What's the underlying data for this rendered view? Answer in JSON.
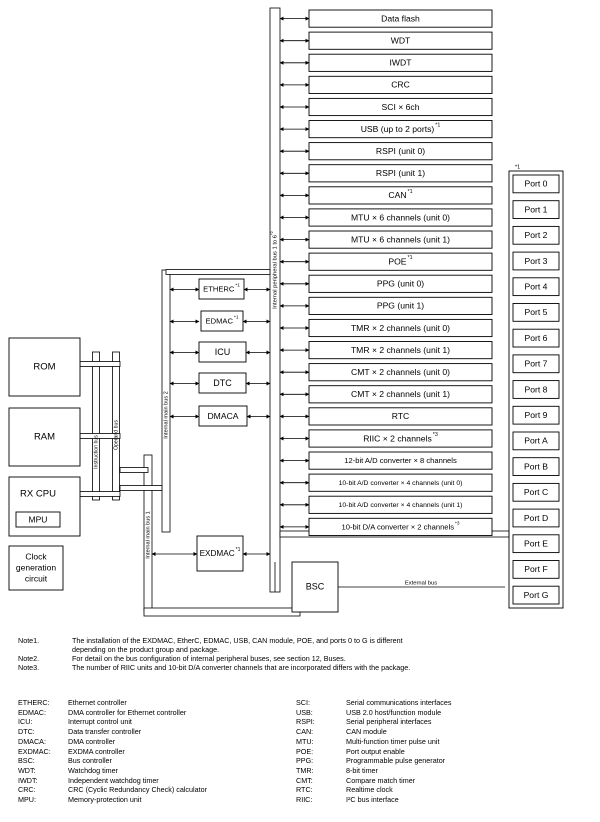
{
  "peripherals": [
    {
      "label": "Data flash"
    },
    {
      "label": "WDT"
    },
    {
      "label": "IWDT"
    },
    {
      "label": "CRC"
    },
    {
      "label": "SCI × 6ch"
    },
    {
      "label": "USB (up to 2 ports)",
      "sup": "*1"
    },
    {
      "label": "RSPI (unit 0)"
    },
    {
      "label": "RSPI (unit 1)"
    },
    {
      "label": "CAN",
      "sup": "*1"
    },
    {
      "label": "MTU × 6 channels (unit 0)"
    },
    {
      "label": "MTU × 6 channels (unit 1)"
    },
    {
      "label": "POE",
      "sup": "*1"
    },
    {
      "label": "PPG (unit 0)"
    },
    {
      "label": "PPG (unit 1)"
    },
    {
      "label": "TMR × 2 channels (unit 0)"
    },
    {
      "label": "TMR × 2 channels (unit 1)"
    },
    {
      "label": "CMT × 2 channels (unit 0)"
    },
    {
      "label": "CMT × 2 channels (unit 1)"
    },
    {
      "label": "RTC"
    },
    {
      "label": "RIIC × 2 channels",
      "sup": "*3"
    },
    {
      "label": "12-bit A/D converter × 8 channels"
    },
    {
      "label": "10-bit A/D converter × 4 channels (unit 0)"
    },
    {
      "label": "10-bit A/D converter × 4 channels (unit 1)"
    },
    {
      "label": "10-bit D/A converter × 2 channels",
      "sup": "*3"
    }
  ],
  "ports": {
    "note": "*1",
    "items": [
      "Port 0",
      "Port 1",
      "Port 2",
      "Port 3",
      "Port 4",
      "Port 5",
      "Port 6",
      "Port 7",
      "Port 8",
      "Port 9",
      "Port A",
      "Port B",
      "Port C",
      "Port D",
      "Port E",
      "Port F",
      "Port G"
    ]
  },
  "blocks": {
    "etherc": {
      "label": "ETHERC",
      "sup": "*1"
    },
    "edmac": {
      "label": "EDMAC",
      "sup": "*1"
    },
    "icu": {
      "label": "ICU"
    },
    "dtc": {
      "label": "DTC"
    },
    "dmaca": {
      "label": "DMACA"
    },
    "exdmac": {
      "label": "EXDMAC",
      "sup": "*1"
    },
    "bsc": {
      "label": "BSC"
    },
    "rom": {
      "label": "ROM"
    },
    "ram": {
      "label": "RAM"
    },
    "cpu": {
      "label": "RX CPU"
    },
    "mpu": {
      "label": "MPU"
    },
    "clock": {
      "lines": [
        "Clock",
        "generation",
        "circuit"
      ]
    }
  },
  "buses": {
    "peripheral": "Internal peripheral bus 1 to 6",
    "peripheral_sup": "*2",
    "main2": "Internal main bus 2",
    "main1": "Internal main bus 1",
    "instruction": "Instruction bus",
    "operand": "Operand bus",
    "external": "External bus"
  },
  "notes": [
    {
      "label": "Note1.",
      "lines": [
        "The installation of the EXDMAC, EtherC, EDMAC, USB, CAN module, POE, and ports 0 to G is different",
        "depending on the product group and package."
      ]
    },
    {
      "label": "Note2.",
      "lines": [
        "For detail on the bus configuration of internal peripheral buses, see section 12, Buses."
      ]
    },
    {
      "label": "Note3.",
      "lines": [
        "The number of RIIC units and 10-bit D/A converter channels that are incorporated differs with the package."
      ]
    }
  ],
  "abbreviations_left": [
    {
      "abbr": "ETHERC:",
      "desc": "Ethernet controller"
    },
    {
      "abbr": "EDMAC:",
      "desc": "DMA controller for Ethernet controller"
    },
    {
      "abbr": "ICU:",
      "desc": "Interrupt control unit"
    },
    {
      "abbr": "DTC:",
      "desc": "Data transfer controller"
    },
    {
      "abbr": "DMACA:",
      "desc": "DMA controller"
    },
    {
      "abbr": "EXDMAC:",
      "desc": "EXDMA controller"
    },
    {
      "abbr": "BSC:",
      "desc": "Bus controller"
    },
    {
      "abbr": "WDT:",
      "desc": "Watchdog timer"
    },
    {
      "abbr": "IWDT:",
      "desc": "Independent watchdog timer"
    },
    {
      "abbr": "CRC:",
      "desc": "CRC (Cyclic Redundancy Check) calculator"
    },
    {
      "abbr": "MPU:",
      "desc": "Memory-protection unit"
    }
  ],
  "abbreviations_right": [
    {
      "abbr": "SCI:",
      "desc": "Serial communications interfaces"
    },
    {
      "abbr": "USB:",
      "desc": "USB 2.0 host/function module"
    },
    {
      "abbr": "RSPI:",
      "desc": "Serial peripheral interfaces"
    },
    {
      "abbr": "CAN:",
      "desc": "CAN module"
    },
    {
      "abbr": "MTU:",
      "desc": "Multi-function timer pulse unit"
    },
    {
      "abbr": "POE:",
      "desc": "Port output enable"
    },
    {
      "abbr": "PPG:",
      "desc": "Programmable pulse generator"
    },
    {
      "abbr": "TMR:",
      "desc": "8-bit timer"
    },
    {
      "abbr": "CMT:",
      "desc": "Compare match timer"
    },
    {
      "abbr": "RTC:",
      "desc": "Realtime clock"
    },
    {
      "abbr": "RIIC:",
      "desc": "I²C bus interface"
    }
  ]
}
